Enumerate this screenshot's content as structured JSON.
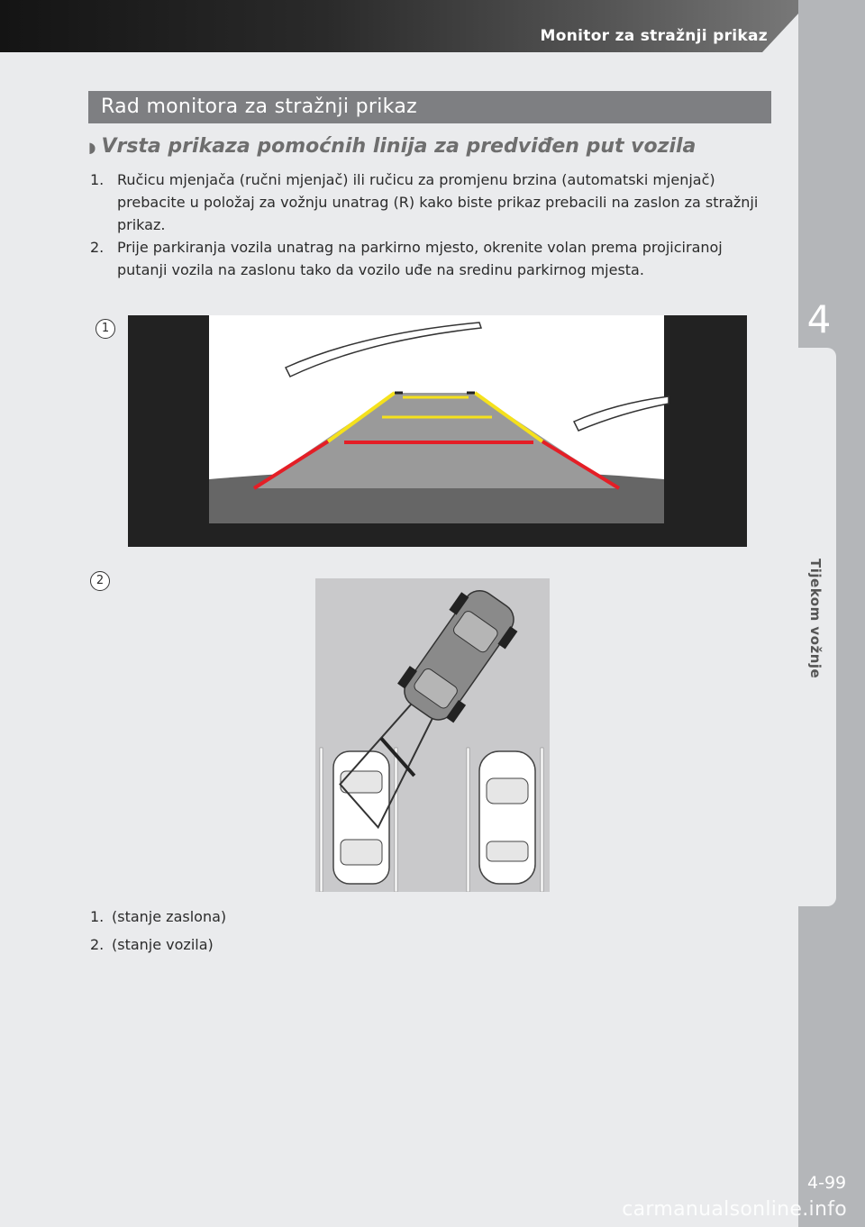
{
  "header": {
    "title": "Monitor za stražnji prikaz"
  },
  "section": {
    "title": "Rad monitora za stražnji prikaz",
    "subheading": "Vrsta prikaza pomoćnih linija za predviđen put vozila",
    "subheading_marker": "◗",
    "steps": [
      {
        "num": "1.",
        "text": "Ručicu mjenjača (ručni mjenjač) ili ručicu za promjenu brzina (automatski mjenjač) prebacite u položaj za vožnju unatrag (R) kako biste prikaz prebacili na zaslon za stražnji prikaz."
      },
      {
        "num": "2.",
        "text": "Prije parkiranja vozila unatrag na parkirno mjesto, okrenite volan prema projiciranoj putanji vozila na zaslonu tako da vozilo uđe na sredinu parkirnog mjesta."
      }
    ]
  },
  "figures": {
    "labels": [
      "1",
      "2"
    ],
    "captions": [
      {
        "num": "1.",
        "text": "(stanje zaslona)"
      },
      {
        "num": "2.",
        "text": "(stanje vozila)"
      }
    ]
  },
  "sidebar": {
    "chapter_number": "4",
    "chapter_label": "Tijekom vožnje"
  },
  "footer": {
    "page_number": "4-99",
    "watermark": "carmanualsonline.info"
  },
  "colors": {
    "guide_red": "#e41e26",
    "guide_yellow": "#f5e11c",
    "header_bg": "#7e7f82"
  }
}
